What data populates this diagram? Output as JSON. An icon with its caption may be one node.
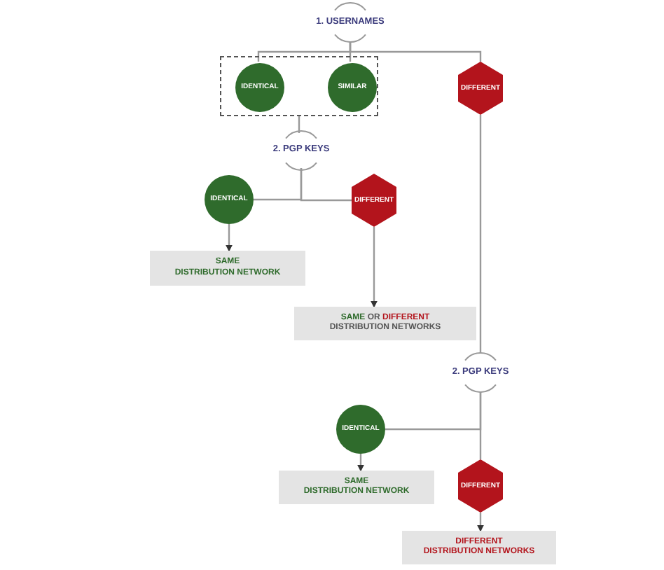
{
  "diagram": {
    "nodes": [
      {
        "text": [
          "1. USERNAMES"
        ]
      },
      {
        "text": [],
        "shape": "box"
      },
      {
        "text": [
          "IDENTICAL"
        ],
        "in": 1
      },
      {
        "text": [
          "SIMILAR"
        ],
        "in": 1
      },
      {
        "text": [
          "DIFFERENT"
        ]
      },
      {
        "text": [
          "2. PGP KEYS"
        ]
      },
      {
        "text": [
          "IDENTICAL"
        ]
      },
      {
        "text": [
          "DIFFERENT"
        ]
      },
      {
        "text": [
          "SAME DISTRIBUTION NETWORK"
        ]
      },
      {
        "text": [
          "SAME OR DIFFERENT DISTRIBUTION NETWORKS"
        ]
      },
      {
        "text": [
          "2. PGP KEYS"
        ]
      },
      {
        "text": [
          "IDENTICAL"
        ]
      },
      {
        "text": [
          "SAME DISTRIBUTION NETWORK"
        ]
      },
      {
        "text": [
          "DIFFERENT"
        ]
      },
      {
        "text": [
          "DIFFERENT DISTRIBUTION NETWORKS"
        ]
      }
    ],
    "edges": [
      {
        "from": 0,
        "to": 2,
        "arrow": "none"
      },
      {
        "from": 0,
        "to": 3,
        "arrow": "none"
      },
      {
        "from": 0,
        "to": 4,
        "arrow": "none"
      },
      {
        "from": 1,
        "to": 5,
        "arrow": "none"
      },
      {
        "from": 5,
        "to": 6,
        "arrow": "none"
      },
      {
        "from": 5,
        "to": 7,
        "arrow": "none"
      },
      {
        "from": 6,
        "to": 8,
        "arrow": "to"
      },
      {
        "from": 7,
        "to": 9,
        "arrow": "to"
      },
      {
        "from": 4,
        "to": 10,
        "arrow": "none"
      },
      {
        "from": 10,
        "to": 11,
        "arrow": "none"
      },
      {
        "from": 10,
        "to": 13,
        "arrow": "none"
      },
      {
        "from": 11,
        "to": 12,
        "arrow": "to"
      },
      {
        "from": 13,
        "to": 14,
        "arrow": "to"
      }
    ]
  }
}
